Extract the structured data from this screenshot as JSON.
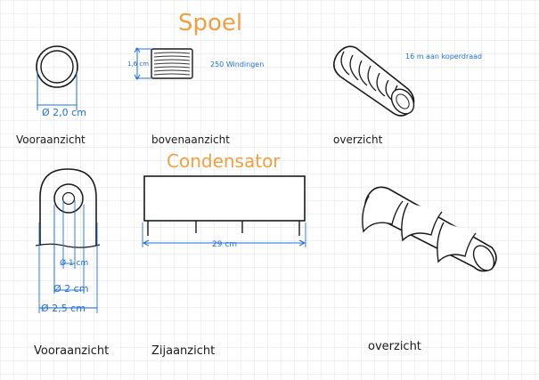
{
  "titles": {
    "coil": "Spoel",
    "capacitor": "Condensator"
  },
  "coil": {
    "diameter_label": "Ø 2,0 cm",
    "height_label": "1,6 cm",
    "windings_label": "250 Windingen",
    "wire_label": "16 m aan koperdraad"
  },
  "capacitor": {
    "hole_label": "Ø 1 cm",
    "inner_label": "Ø 2 cm",
    "outer_label": "Ø 2,5 cm",
    "length_label": "29 cm"
  },
  "captions": {
    "front_top": "Vooraanzicht",
    "top_view": "bovenaanzicht",
    "overview_top": "overzicht",
    "front_bottom": "Vooraanzicht",
    "side_view": "Zijaanzicht",
    "overview_bottom": "overzicht"
  },
  "colors": {
    "grid": "#d4dae4",
    "ink": "#1a1a1a",
    "dimension": "#1e6fd9",
    "title": "#f0a040"
  }
}
